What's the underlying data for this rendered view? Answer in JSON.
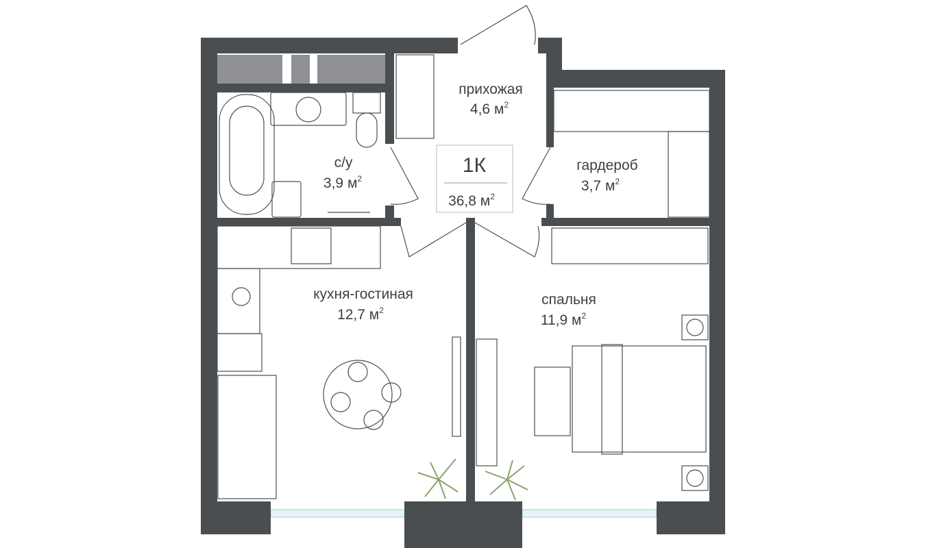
{
  "plan": {
    "type": "1К",
    "total_area": "36,8 м",
    "superscript": "2"
  },
  "rooms": [
    {
      "name": "прихожая",
      "area": "4,6 м"
    },
    {
      "name": "с/у",
      "area": "3,9 м"
    },
    {
      "name": "гардероб",
      "area": "3,7 м"
    },
    {
      "name": "кухня-гостиная",
      "area": "12,7 м"
    },
    {
      "name": "спальня",
      "area": "11,9 м"
    }
  ],
  "colors": {
    "wall": "#4a4e50",
    "window": "#cfe9ee",
    "panel": "#8e9096",
    "plant": "#8aa36a"
  }
}
